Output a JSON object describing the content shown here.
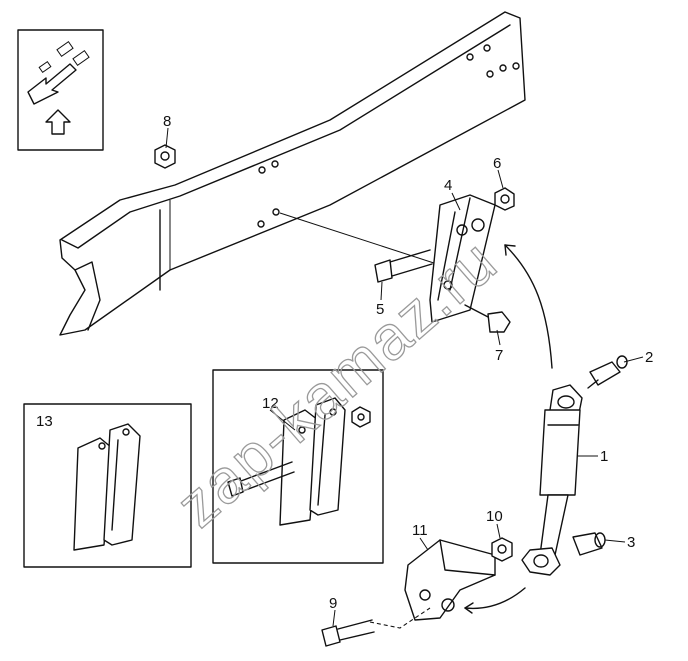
{
  "watermark": "zap-kamaz.ru",
  "callouts": {
    "c1": "1",
    "c2": "2",
    "c3": "3",
    "c4": "4",
    "c5": "5",
    "c6": "6",
    "c7": "7",
    "c8": "8",
    "c9": "9",
    "c10": "10",
    "c11": "11",
    "c12": "12",
    "c13": "13"
  },
  "inset_labels": {
    "inset_12": "12",
    "inset_13": "13"
  },
  "icons": [
    "orientation-arrow-icon"
  ]
}
